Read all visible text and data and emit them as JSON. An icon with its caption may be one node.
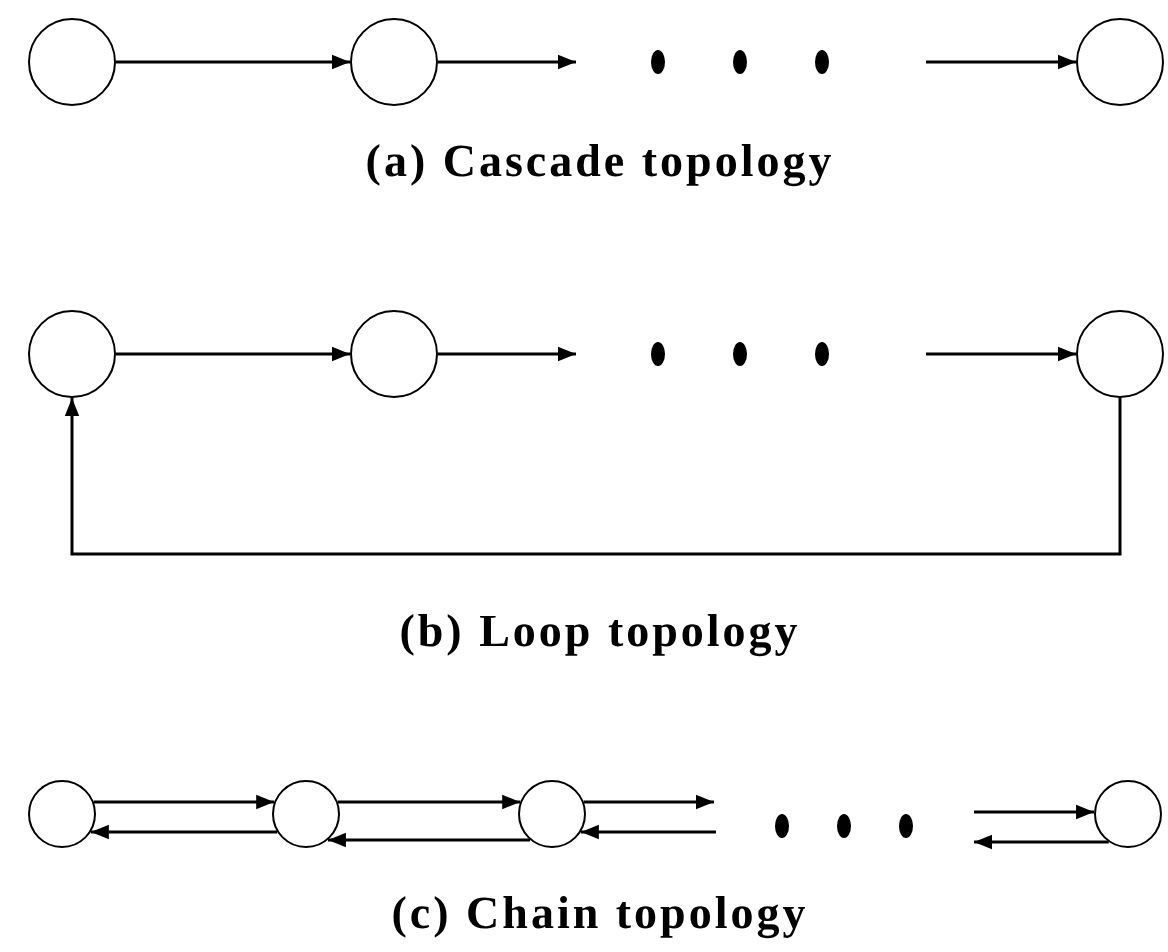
{
  "diagram": {
    "nodes": [
      {
        "text": [],
        "shape": "circle"
      },
      {
        "text": [],
        "shape": "circle"
      },
      {
        "text": [],
        "shape": "circle"
      },
      {
        "text": [],
        "shape": "circle"
      },
      {
        "text": [],
        "shape": "circle"
      },
      {
        "text": [],
        "shape": "circle"
      },
      {
        "text": [],
        "shape": "circle"
      },
      {
        "text": [],
        "shape": "circle"
      },
      {
        "text": [],
        "shape": "circle"
      },
      {
        "text": [],
        "shape": "circle"
      }
    ],
    "edges": [
      {
        "from": 0,
        "to": 1,
        "arrow": "to"
      },
      {
        "from": 1,
        "to": null,
        "arrow": "to"
      },
      {
        "from": null,
        "to": 2,
        "arrow": "to"
      },
      {
        "from": 3,
        "to": 4,
        "arrow": "to"
      },
      {
        "from": 4,
        "to": null,
        "arrow": "to"
      },
      {
        "from": null,
        "to": 5,
        "arrow": "to"
      },
      {
        "from": 5,
        "to": 3,
        "arrow": "to"
      },
      {
        "from": 6,
        "to": 7,
        "arrow": "to"
      },
      {
        "from": 7,
        "to": 6,
        "arrow": "to"
      },
      {
        "from": 7,
        "to": 8,
        "arrow": "to"
      },
      {
        "from": 8,
        "to": 7,
        "arrow": "to"
      },
      {
        "from": 8,
        "to": null,
        "arrow": "to"
      },
      {
        "from": null,
        "to": 8,
        "arrow": "to"
      },
      {
        "from": null,
        "to": 9,
        "arrow": "to"
      },
      {
        "from": 9,
        "to": null,
        "arrow": "to"
      }
    ],
    "labels": [
      "(a) Cascade topology",
      "(b) Loop topology",
      "(c) Chain topology"
    ]
  }
}
